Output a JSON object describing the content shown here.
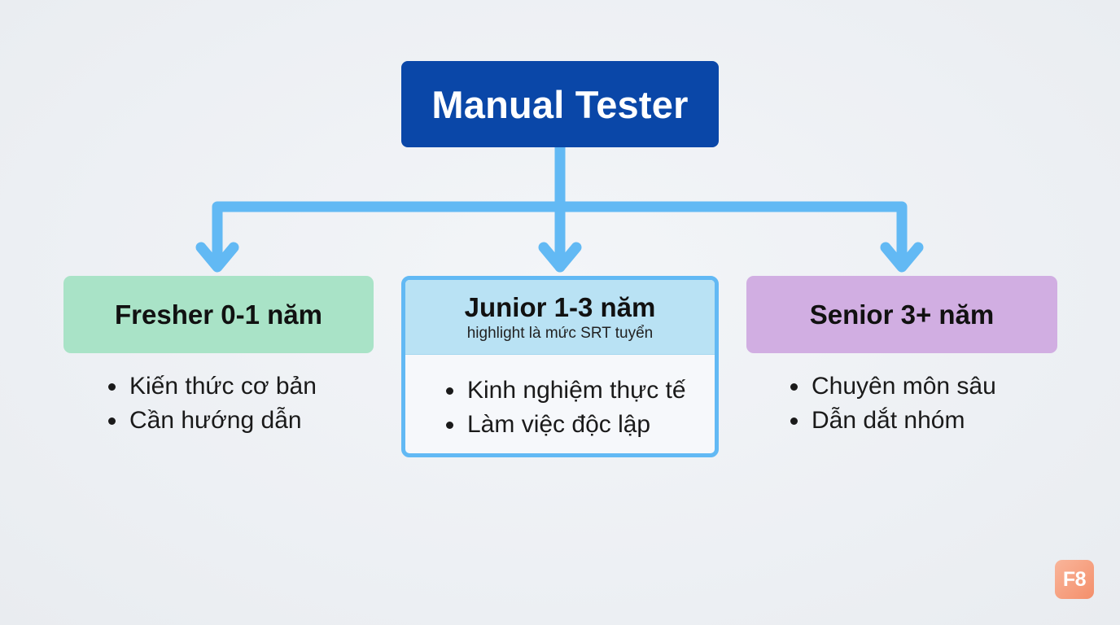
{
  "colors": {
    "root": "#0a47a8",
    "connector": "#62b9f4",
    "fresher": "#a9e3c7",
    "junior_header": "#b9e2f4",
    "junior_border": "#62b9f4",
    "senior": "#d1aee2",
    "logo": "#f48f6b"
  },
  "root": {
    "title": "Manual Tester"
  },
  "levels": {
    "fresher": {
      "title": "Fresher 0-1 năm",
      "bullets": [
        "Kiến thức cơ bản",
        "Cần hướng dẫn"
      ]
    },
    "junior": {
      "title": "Junior 1-3 năm",
      "note": "highlight là mức SRT tuyển",
      "bullets": [
        "Kinh nghiệm thực tế",
        "Làm việc độc lập"
      ]
    },
    "senior": {
      "title": "Senior 3+ năm",
      "bullets": [
        "Chuyên môn sâu",
        "Dẫn dắt nhóm"
      ]
    }
  },
  "logo": {
    "text": "F8"
  }
}
